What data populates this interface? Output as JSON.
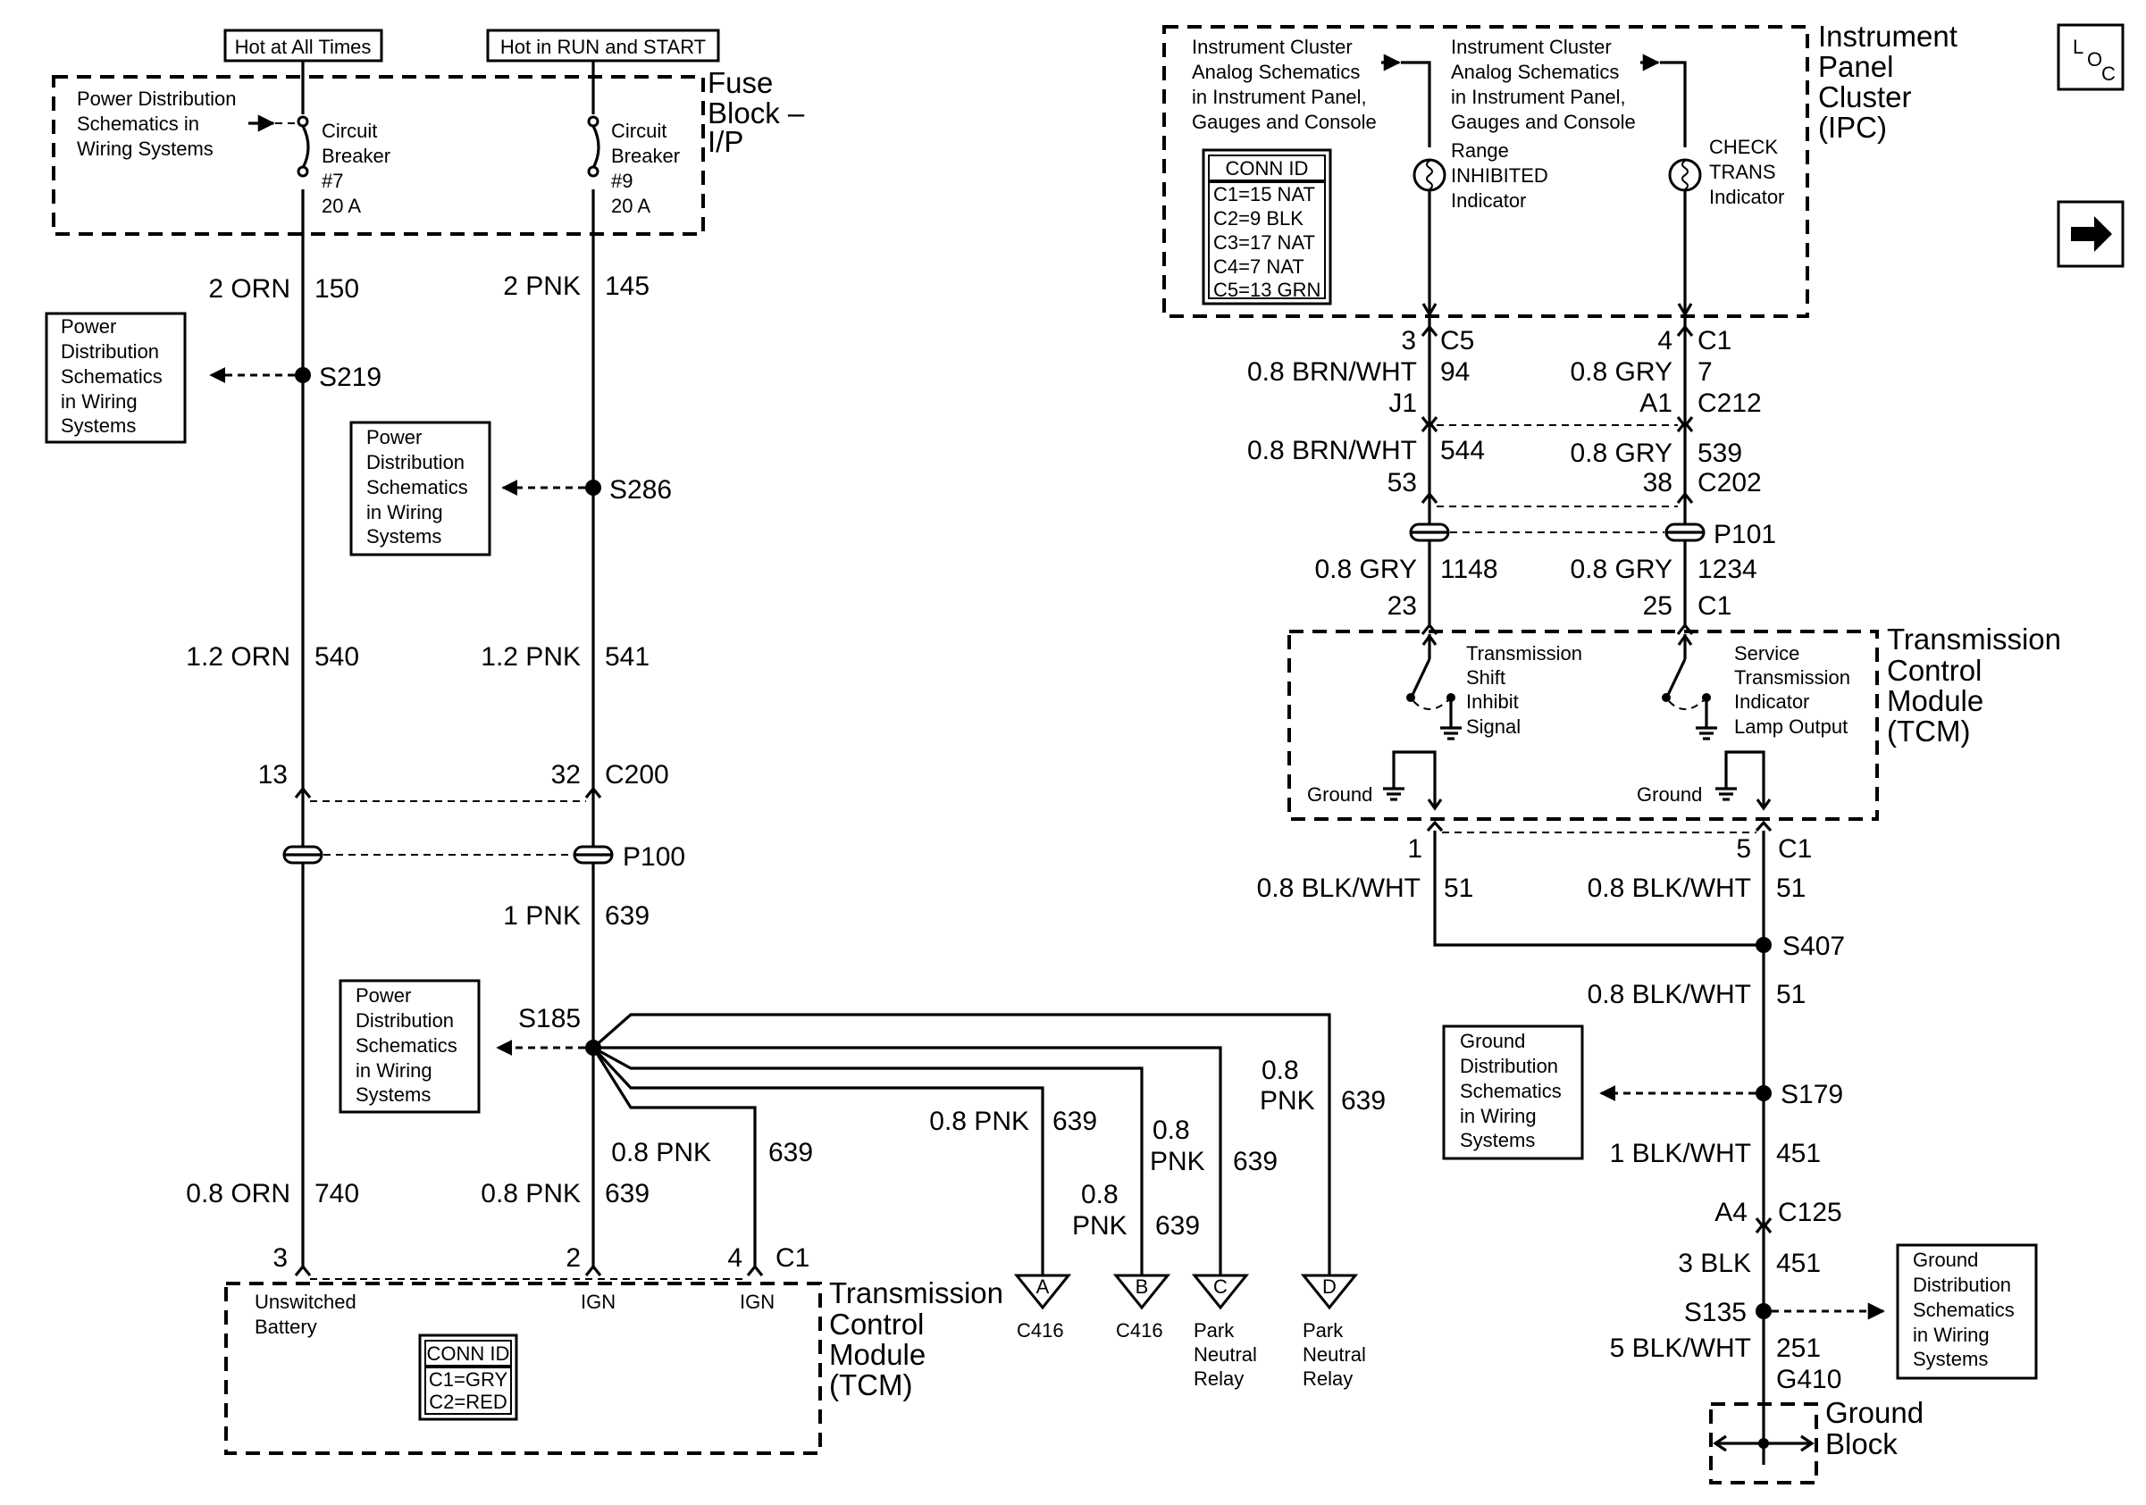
{
  "left": {
    "hot_all_times": "Hot at All Times",
    "hot_run_start": "Hot in RUN and START",
    "fuse_block": [
      "Fuse",
      "Block –",
      "I/P"
    ],
    "pd_ref_top": [
      "Power Distribution",
      "Schematics in",
      "Wiring Systems"
    ],
    "cb7": [
      "Circuit",
      "Breaker",
      "#7",
      "20 A"
    ],
    "cb9": [
      "Circuit",
      "Breaker",
      "#9",
      "20 A"
    ],
    "w_orn_150": [
      "2 ORN",
      "150"
    ],
    "w_pnk_145": [
      "2 PNK",
      "145"
    ],
    "pd_box_s219": [
      "Power",
      "Distribution",
      "Schematics",
      "in Wiring",
      "Systems"
    ],
    "s219": "S219",
    "pd_box_s286": [
      "Power",
      "Distribution",
      "Schematics",
      "in Wiring",
      "Systems"
    ],
    "s286": "S286",
    "w_orn_540": [
      "1.2 ORN",
      "540"
    ],
    "w_pnk_541": [
      "1.2 PNK",
      "541"
    ],
    "c200_pins": [
      "13",
      "32"
    ],
    "c200": "C200",
    "p100": "P100",
    "w_pnk_639": [
      "1 PNK",
      "639"
    ],
    "pd_box_s185": [
      "Power",
      "Distribution",
      "Schematics",
      "in Wiring",
      "Systems"
    ],
    "s185": "S185",
    "w_orn_740": [
      "0.8 ORN",
      "740"
    ],
    "w_pnk_639_a": [
      "0.8 PNK",
      "639"
    ],
    "w_pnk_639_b": [
      "0.8 PNK",
      "639"
    ],
    "w_pnk_639_c": [
      "0.8 PNK",
      "639"
    ],
    "w_pnk_639_d": [
      "0.8",
      "PNK",
      "639"
    ],
    "w_pnk_639_e": [
      "0.8",
      "PNK",
      "639"
    ],
    "w_pnk_639_f": [
      "0.8",
      "PNK",
      "639"
    ],
    "tcm_pins": [
      "3",
      "2",
      "4"
    ],
    "tcm_c1": "C1",
    "tcm_pin_labels": [
      "Unswitched",
      "Battery",
      "IGN",
      "IGN"
    ],
    "tcm_name": [
      "Transmission",
      "Control",
      "Module",
      "(TCM)"
    ],
    "conn_id_title": "CONN ID",
    "conn_id_rows": [
      "C1=GRY",
      "C2=RED"
    ],
    "refs": [
      {
        "letter": "A",
        "label": [
          "C416"
        ]
      },
      {
        "letter": "B",
        "label": [
          "C416"
        ]
      },
      {
        "letter": "C",
        "label": [
          "Park",
          "Neutral",
          "Relay"
        ]
      },
      {
        "letter": "D",
        "label": [
          "Park",
          "Neutral",
          "Relay"
        ]
      }
    ]
  },
  "right": {
    "ipc_ref_1": [
      "Instrument Cluster",
      "Analog Schematics",
      "in Instrument Panel,",
      "Gauges and Console"
    ],
    "ipc_ref_2": [
      "Instrument Cluster",
      "Analog Schematics",
      "in Instrument Panel,",
      "Gauges and Console"
    ],
    "ipc_name": [
      "Instrument",
      "Panel",
      "Cluster",
      "(IPC)"
    ],
    "conn_id_title": "CONN ID",
    "conn_id_rows": [
      "C1=15 NAT",
      "C2=9 BLK",
      "C3=17 NAT",
      "C4=7 NAT",
      "C5=13 GRN"
    ],
    "ind_1": [
      "Range",
      "INHIBITED",
      "Indicator"
    ],
    "ind_2": [
      "CHECK",
      "TRANS",
      "Indicator"
    ],
    "c5_pin": "3",
    "c5": "C5",
    "c1_pin": "4",
    "c1": "C1",
    "w_brn_94": [
      "0.8 BRN/WHT",
      "94"
    ],
    "w_gry_7": [
      "0.8 GRY",
      "7"
    ],
    "j1": "J1",
    "a1": "A1",
    "c212": "C212",
    "w_brn_544": [
      "0.8 BRN/WHT",
      "544"
    ],
    "w_gry_539": [
      "0.8 GRY",
      "539"
    ],
    "c202_pins": [
      "53",
      "38"
    ],
    "c202": "C202",
    "p101": "P101",
    "w_gry_1148": [
      "0.8 GRY",
      "1148"
    ],
    "w_gry_1234": [
      "0.8 GRY",
      "1234"
    ],
    "tcm_c1_pins": [
      "23",
      "25"
    ],
    "tcm_c1": "C1",
    "tcm_name": [
      "Transmission",
      "Control",
      "Module",
      "(TCM)"
    ],
    "sw_1": [
      "Transmission",
      "Shift",
      "Inhibit",
      "Signal"
    ],
    "sw_2": [
      "Service",
      "Transmission",
      "Indicator",
      "Lamp Output"
    ],
    "ground": "Ground",
    "gnd_pins": [
      "1",
      "5"
    ],
    "gnd_c1": "C1",
    "w_blk_51_a": [
      "0.8 BLK/WHT",
      "51"
    ],
    "w_blk_51_b": [
      "0.8 BLK/WHT",
      "51"
    ],
    "s407": "S407",
    "w_blk_51_c": [
      "0.8 BLK/WHT",
      "51"
    ],
    "gd_box_1": [
      "Ground",
      "Distribution",
      "Schematics",
      "in Wiring",
      "Systems"
    ],
    "s179": "S179",
    "w_blk_451": [
      "1 BLK/WHT",
      "451"
    ],
    "a4": "A4",
    "c125": "C125",
    "w_blk_451_b": [
      "3 BLK",
      "451"
    ],
    "s135": "S135",
    "gd_box_2": [
      "Ground",
      "Distribution",
      "Schematics",
      "in Wiring",
      "Systems"
    ],
    "w_blk_251": [
      "5 BLK/WHT",
      "251"
    ],
    "g410": "G410",
    "ground_block": [
      "Ground",
      "Block"
    ]
  },
  "icons": {
    "loc": "loc-icon",
    "next": "arrow-right-icon"
  }
}
